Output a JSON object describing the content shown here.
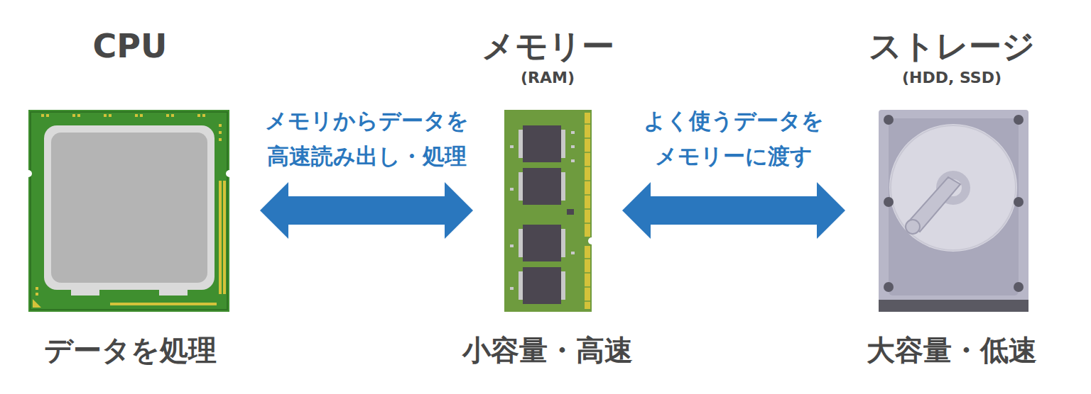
{
  "diagram": {
    "nodes": [
      {
        "text": [
          "CPU",
          "データを処理"
        ]
      },
      {
        "text": [
          "メモリー",
          "(RAM)",
          "小容量・高速"
        ]
      },
      {
        "text": [
          "ストレージ",
          "(HDD, SSD)",
          "大容量・低速"
        ]
      }
    ],
    "edges": [
      {
        "from": 0,
        "to": 1,
        "label": "メモリからデータを 高速読み出し・処理",
        "arrow": "both"
      },
      {
        "from": 1,
        "to": 2,
        "label": "よく使うデータを メモリーに渡す",
        "arrow": "both"
      }
    ]
  }
}
